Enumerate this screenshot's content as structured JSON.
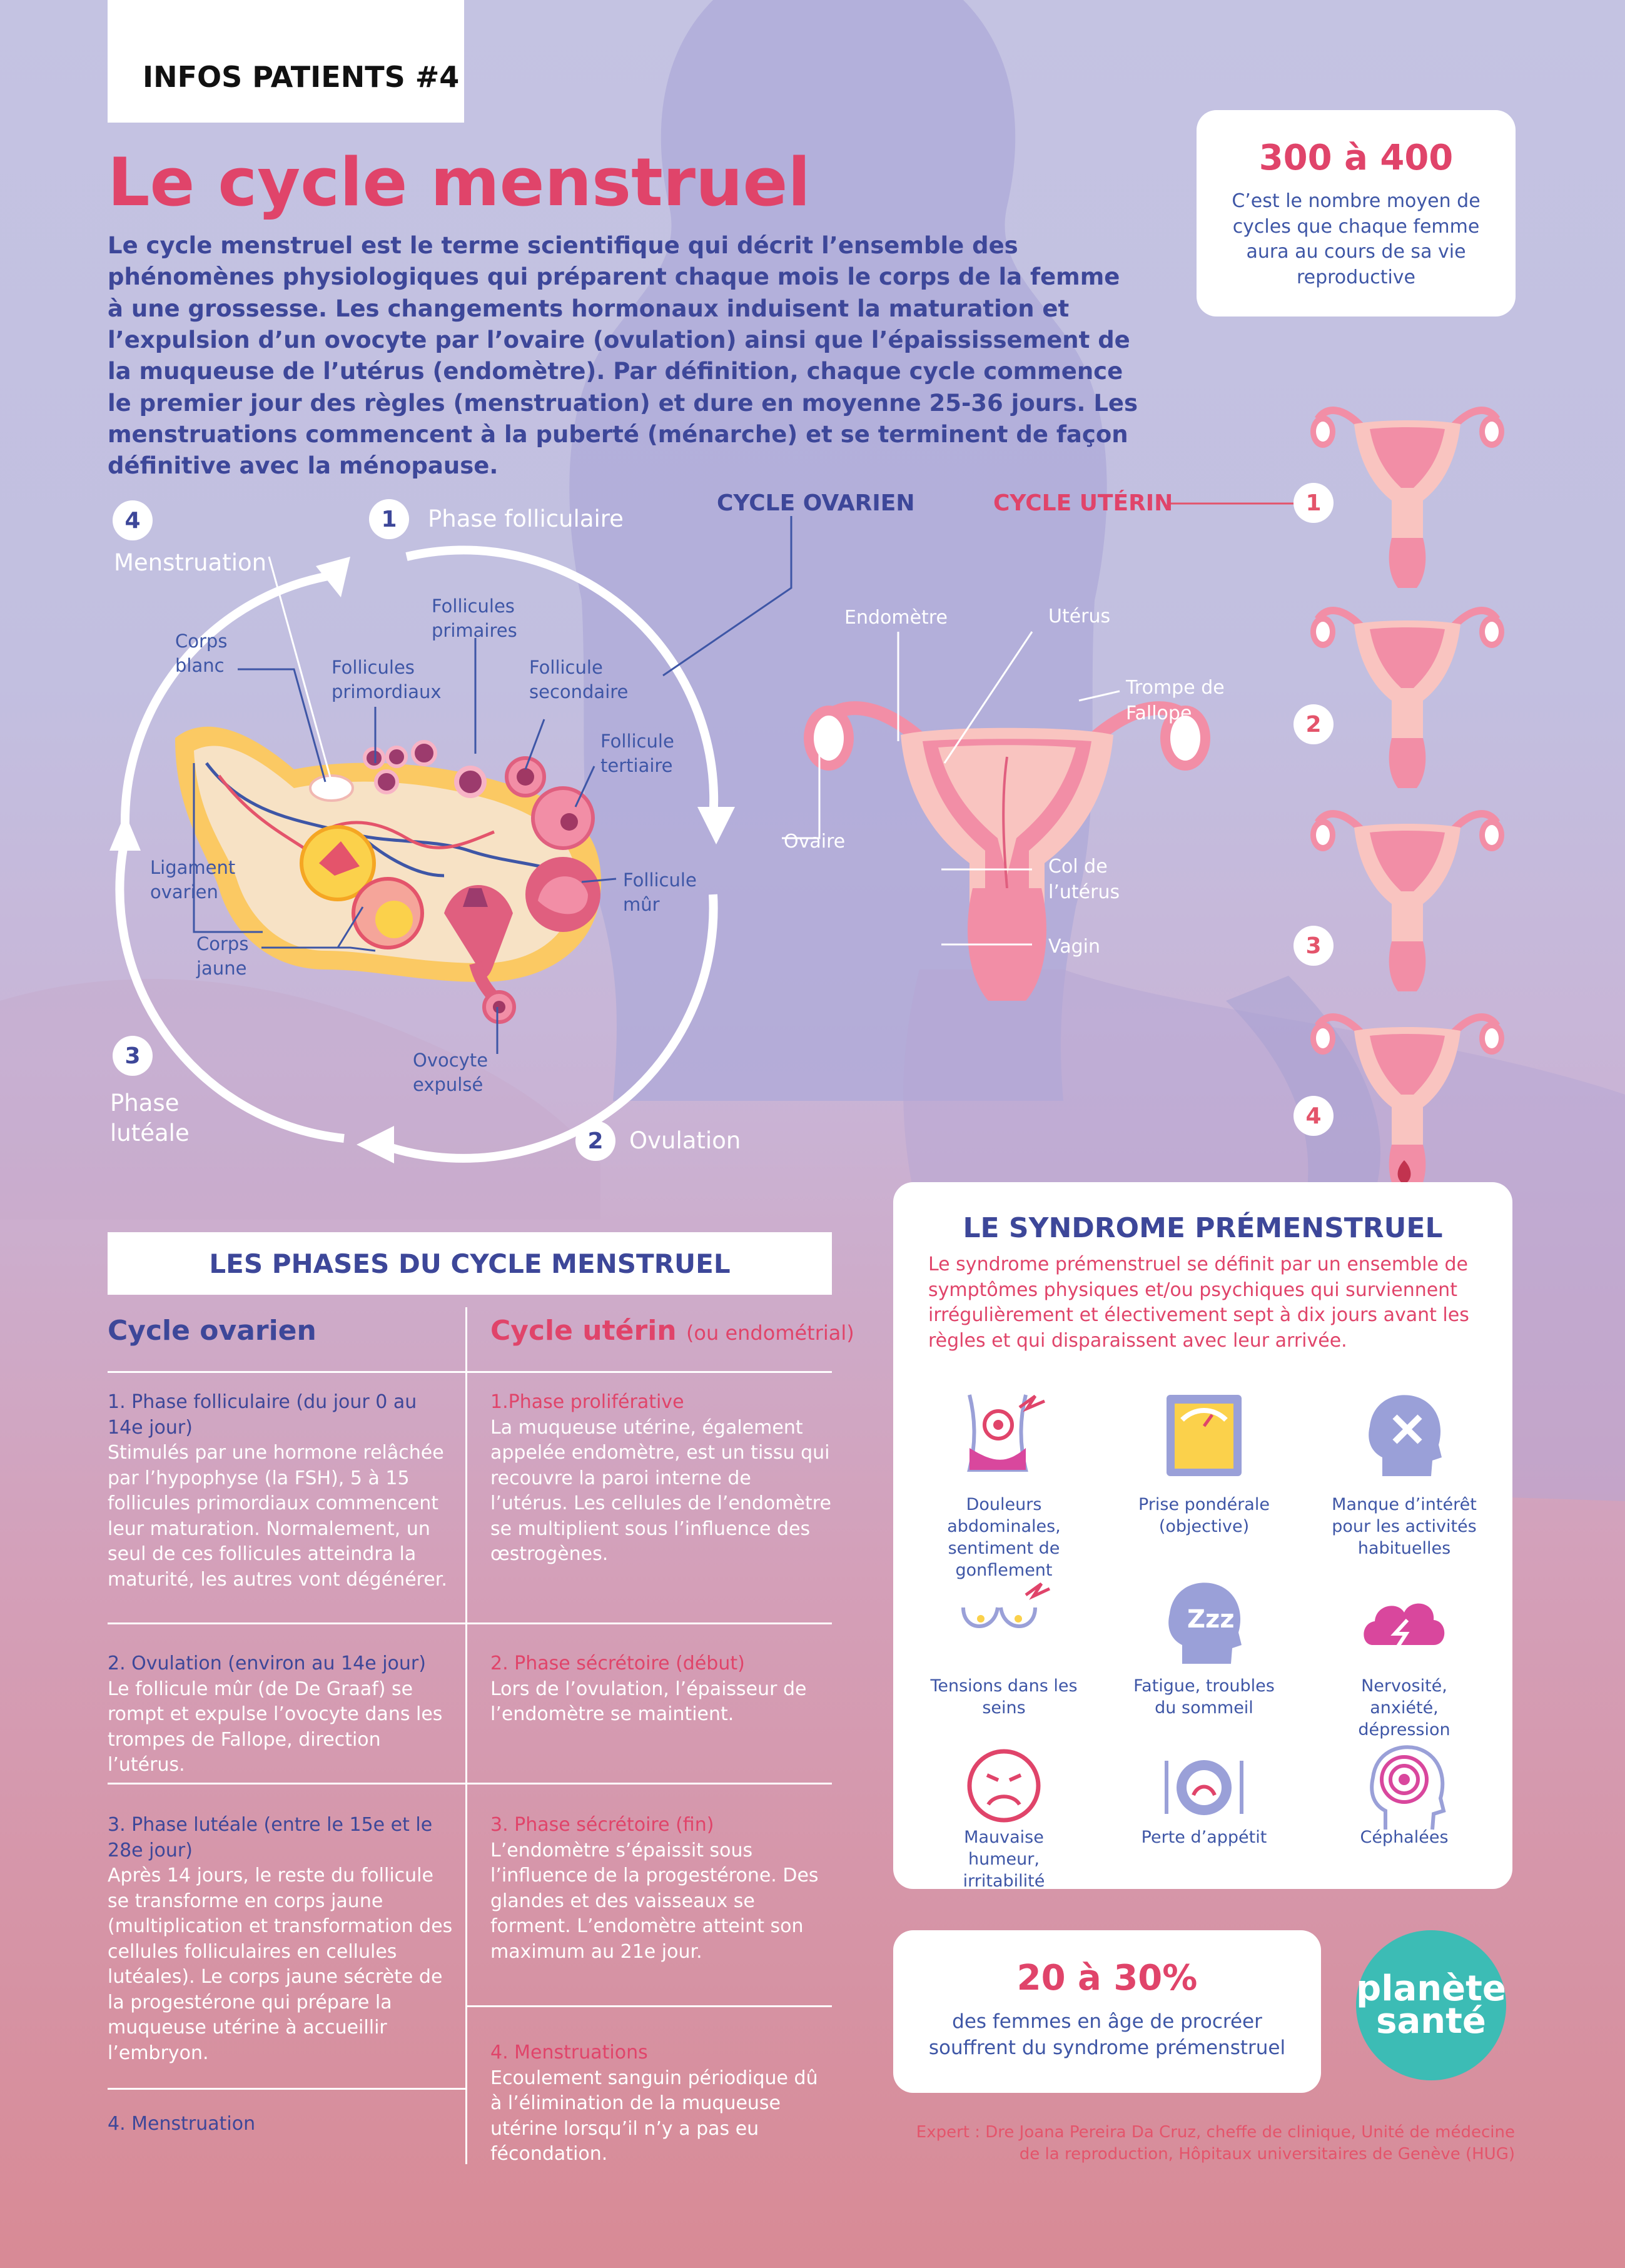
{
  "header": {
    "tag": "INFOS PATIENTS #4",
    "title": "Le cycle menstruel",
    "intro": "Le cycle menstruel est le terme scientifique qui décrit l’ensemble des phénomènes physiologiques qui préparent chaque mois le corps de la femme à une grossesse. Les changements hormonaux induisent la maturation et l’expulsion d’un ovocyte par l’ovaire (ovulation) ainsi que l’épaississement de la muqueuse de l’utérus (endomètre). Par définition, chaque cycle commence le premier jour des règles (menstruation) et dure en moyenne 25-36 jours. Les menstruations commencent à la puberté (ménarche) et se terminent de façon définitive avec la ménopause."
  },
  "stat1": {
    "value": "300 à 400",
    "text": "C’est le nombre moyen de cycles que chaque femme aura au cours de sa vie reproductive"
  },
  "cycle": {
    "phases": [
      {
        "num": "1",
        "label": "Phase folliculaire"
      },
      {
        "num": "2",
        "label": "Ovulation"
      },
      {
        "num": "3",
        "label": "Phase lutéale"
      },
      {
        "num": "4",
        "label": "Menstruation"
      }
    ],
    "ovary_labels": {
      "corps_blanc": "Corps blanc",
      "primordiaux": "Follicules primordiaux",
      "primaires": "Follicules primaires",
      "secondaire": "Follicule secondaire",
      "tertiaire": "Follicule tertiaire",
      "mur": "Follicule mûr",
      "ligament": "Ligament ovarien",
      "corps_jaune": "Corps jaune",
      "ovocyte": "Ovocyte expulsé"
    },
    "cycle_ovarien": "CYCLE OVARIEN",
    "cycle_uterin": "CYCLE UTÉRIN"
  },
  "uterus_labels": {
    "endometre": "Endomètre",
    "uterus": "Utérus",
    "trompe": "Trompe de Fallope",
    "ovaire": "Ovaire",
    "col": "Col de l’utérus",
    "vagin": "Vagin"
  },
  "uterine_steps": [
    "1",
    "2",
    "3",
    "4"
  ],
  "phases_table": {
    "title": "LES PHASES DU CYCLE MENSTRUEL",
    "col1_title": "Cycle ovarien",
    "col2_title": "Cycle utérin",
    "col2_sub": "(ou endométrial)",
    "ovarien": [
      {
        "head": "1. Phase folliculaire (du jour 0 au 14e jour)",
        "body": "Stimulés par une hormone relâchée par l’hypophyse (la FSH), 5 à 15 follicules primordiaux commencent leur maturation. Normalement, un seul de ces follicules atteindra la maturité, les autres vont dégénérer."
      },
      {
        "head": "2. Ovulation (environ au 14e jour)",
        "body": "Le follicule mûr (de De Graaf) se rompt et expulse l’ovocyte dans les trompes de Fallope, direction l’utérus."
      },
      {
        "head": "3. Phase lutéale (entre le 15e et le 28e jour)",
        "body": "Après 14 jours, le reste du follicule se transforme en corps jaune (multiplication et transformation des cellules folliculaires en cellules lutéales). Le corps jaune sécrète de la progestérone qui prépare la muqueuse utérine à accueillir l’embryon."
      },
      {
        "head": "4. Menstruation",
        "body": ""
      }
    ],
    "uterin": [
      {
        "head": "1.Phase proliférative",
        "body": "La muqueuse utérine, également appelée endomètre, est un tissu qui recouvre la paroi interne de l’utérus. Les cellules de l’endomètre se multiplient sous l’influence des œstrogènes."
      },
      {
        "head": "2. Phase sécrétoire (début)",
        "body": "Lors de l’ovulation, l’épaisseur de l’endomètre se maintient."
      },
      {
        "head": "3. Phase sécrétoire (fin)",
        "body": "L’endomètre s’épaissit sous l’influence de la progestérone. Des glandes et des vaisseaux se forment. L’endomètre atteint son maximum au 21e jour."
      },
      {
        "head": "4. Menstruations",
        "body": "Ecoulement sanguin périodique dû à l’élimination de la muqueuse utérine lorsqu’il n’y a pas eu fécondation."
      }
    ]
  },
  "pms": {
    "title": "LE SYNDROME PRÉMENSTRUEL",
    "intro": "Le syndrome prémenstruel se définit par un ensemble de symptômes physiques et/ou psychiques qui surviennent irrégulièrement et électivement sept à dix jours avant les règles et qui disparaissent avec leur arrivée.",
    "symptoms": [
      {
        "label": "Douleurs abdominales, sentiment de gonflement",
        "icon": "abdomen-pain-icon"
      },
      {
        "label": "Prise pondérale (objective)",
        "icon": "scale-icon"
      },
      {
        "label": "Manque d’intérêt pour les activités habituelles",
        "icon": "head-x-icon"
      },
      {
        "label": "Tensions dans les seins",
        "icon": "breast-pain-icon"
      },
      {
        "label": "Fatigue, troubles du sommeil",
        "icon": "head-zzz-icon"
      },
      {
        "label": "Nervosité, anxiété, dépression",
        "icon": "storm-cloud-icon"
      },
      {
        "label": "Mauvaise humeur, irritabilité",
        "icon": "angry-face-icon"
      },
      {
        "label": "Perte d’appétit",
        "icon": "plate-icon"
      },
      {
        "label": "Céphalées",
        "icon": "head-target-icon"
      }
    ]
  },
  "stat2": {
    "value": "20 à 30%",
    "text": "des femmes en âge de procréer souffrent du syndrome prémenstruel"
  },
  "logo": {
    "line1": "planète",
    "line2": "santé"
  },
  "credit": "Expert : Dre Joana Pereira Da Cruz, cheffe de clinique, Unité de médecine de la reproduction, Hôpitaux universitaires de Genève (HUG)",
  "colors": {
    "navy": "#3d4799",
    "pink": "#e0446a",
    "coral": "#e4546b",
    "teal": "#3cbcb5"
  }
}
